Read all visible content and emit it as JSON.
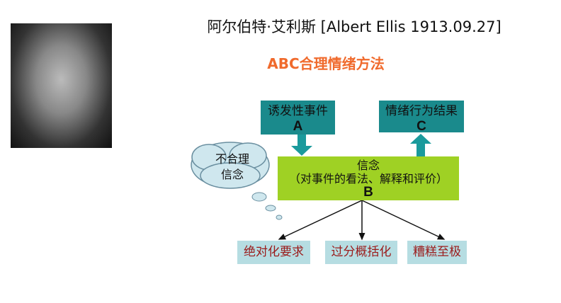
{
  "title": "阿尔伯特·艾利斯 [Albert Ellis 1913.09.27]",
  "subtitle": "ABC合理情绪方法",
  "diagram": {
    "a": {
      "label": "诱发性事件",
      "letter": "A"
    },
    "c": {
      "label": "情绪行为结果",
      "letter": "C"
    },
    "b": {
      "label": "信念",
      "desc": "（对事件的看法、解释和评价）",
      "letter": "B"
    },
    "cloud": {
      "line1": "不合理",
      "line2": "信念"
    },
    "leaves": [
      "绝对化要求",
      "过分概括化",
      "糟糕至极"
    ]
  },
  "colors": {
    "accent": "#f06a2c",
    "teal": "#1a8a8c",
    "green": "#9fd124",
    "leaf": "#b6dde2"
  }
}
